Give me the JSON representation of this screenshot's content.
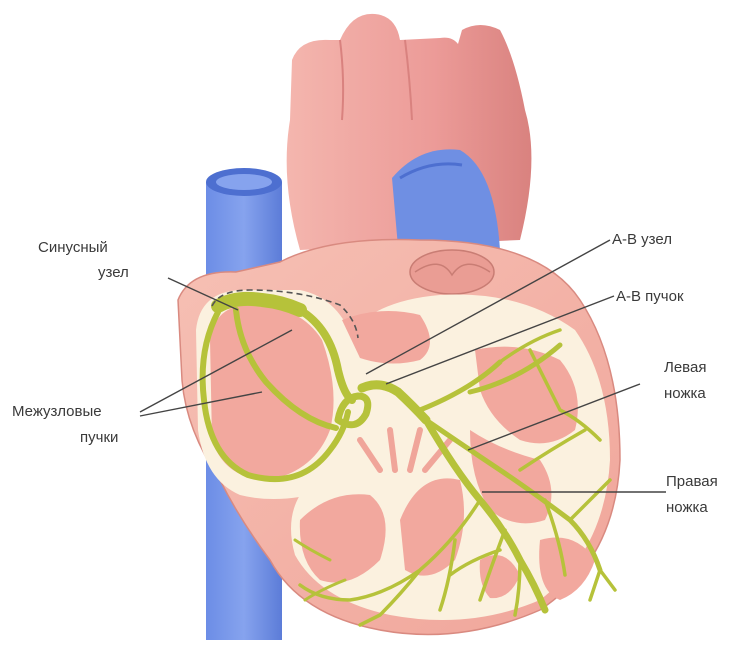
{
  "labels": {
    "sinus_node_line1": "Синусный",
    "sinus_node_line2": "узел",
    "internodal_line1": "Межузловые",
    "internodal_line2": "пучки",
    "av_node": "А-В узел",
    "av_bundle": "А-В пучок",
    "left_branch_line1": "Левая",
    "left_branch_line2": "ножка",
    "right_branch_line1": "Правая",
    "right_branch_line2": "ножка"
  },
  "colors": {
    "myocardium": "#f2a89e",
    "aorta": "#ec9b98",
    "vena_cava": "#6f8fe3",
    "chamber_wall": "#fbf1df",
    "conduction": "#b6c23a",
    "leader_line": "#444444"
  }
}
